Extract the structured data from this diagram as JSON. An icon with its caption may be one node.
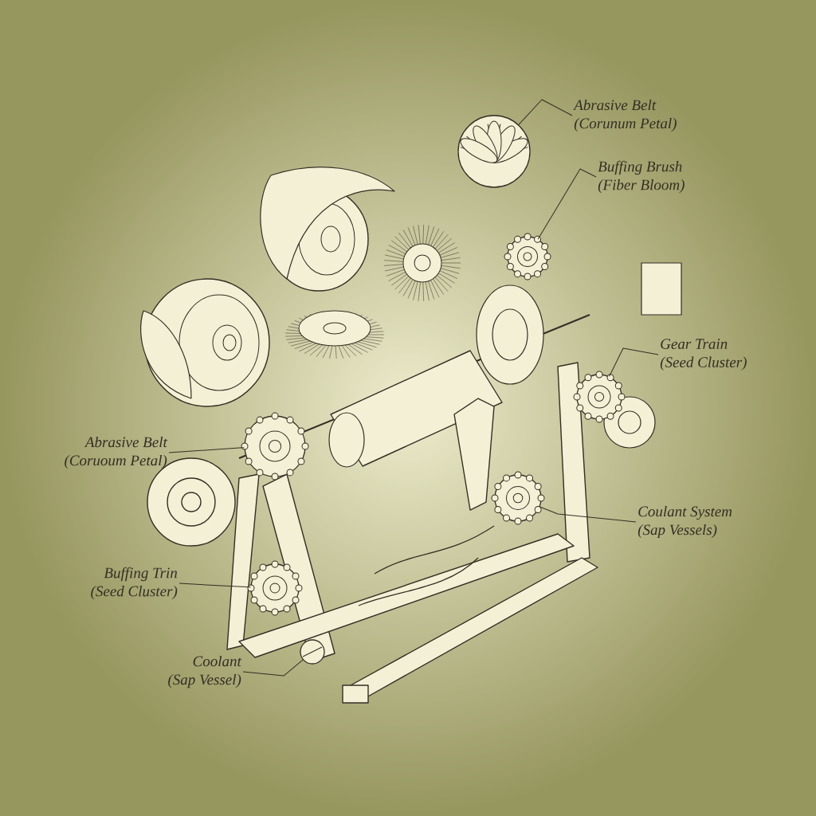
{
  "diagram": {
    "nodes": [
      {
        "text": [
          "Abrasive Belt",
          "(Corunum Petal)"
        ]
      },
      {
        "text": [
          "Buffing Brush",
          "(Fiber Bloom)"
        ]
      },
      {
        "text": [
          "Gear Train",
          "(Seed Cluster)"
        ]
      },
      {
        "text": [
          "Abrasive Belt",
          "(Coruoum Petal)"
        ]
      },
      {
        "text": [
          "Coulant System",
          "(Sap Vessels)"
        ]
      },
      {
        "text": [
          "Buffing Trin",
          "(Seed Cluster)"
        ]
      },
      {
        "text": [
          "Coolant",
          "(Sap Vessel)"
        ]
      },
      {
        "text": [],
        "shape": "picture"
      },
      {
        "text": [],
        "shape": "picture"
      },
      {
        "text": [],
        "shape": "picture"
      },
      {
        "text": [],
        "shape": "picture"
      },
      {
        "text": [],
        "shape": "picture"
      },
      {
        "text": [],
        "shape": "picture"
      },
      {
        "text": [],
        "shape": "picture"
      }
    ],
    "edges": [
      {
        "from": 0,
        "to": 7,
        "arrow": "none"
      },
      {
        "from": 1,
        "to": 8,
        "arrow": "none"
      },
      {
        "from": 2,
        "to": 9,
        "arrow": "none"
      },
      {
        "from": 3,
        "to": 10,
        "arrow": "none"
      },
      {
        "from": 4,
        "to": 11,
        "arrow": "none"
      },
      {
        "from": 5,
        "to": 12,
        "arrow": "none"
      },
      {
        "from": 6,
        "to": 13,
        "arrow": "none"
      }
    ]
  }
}
